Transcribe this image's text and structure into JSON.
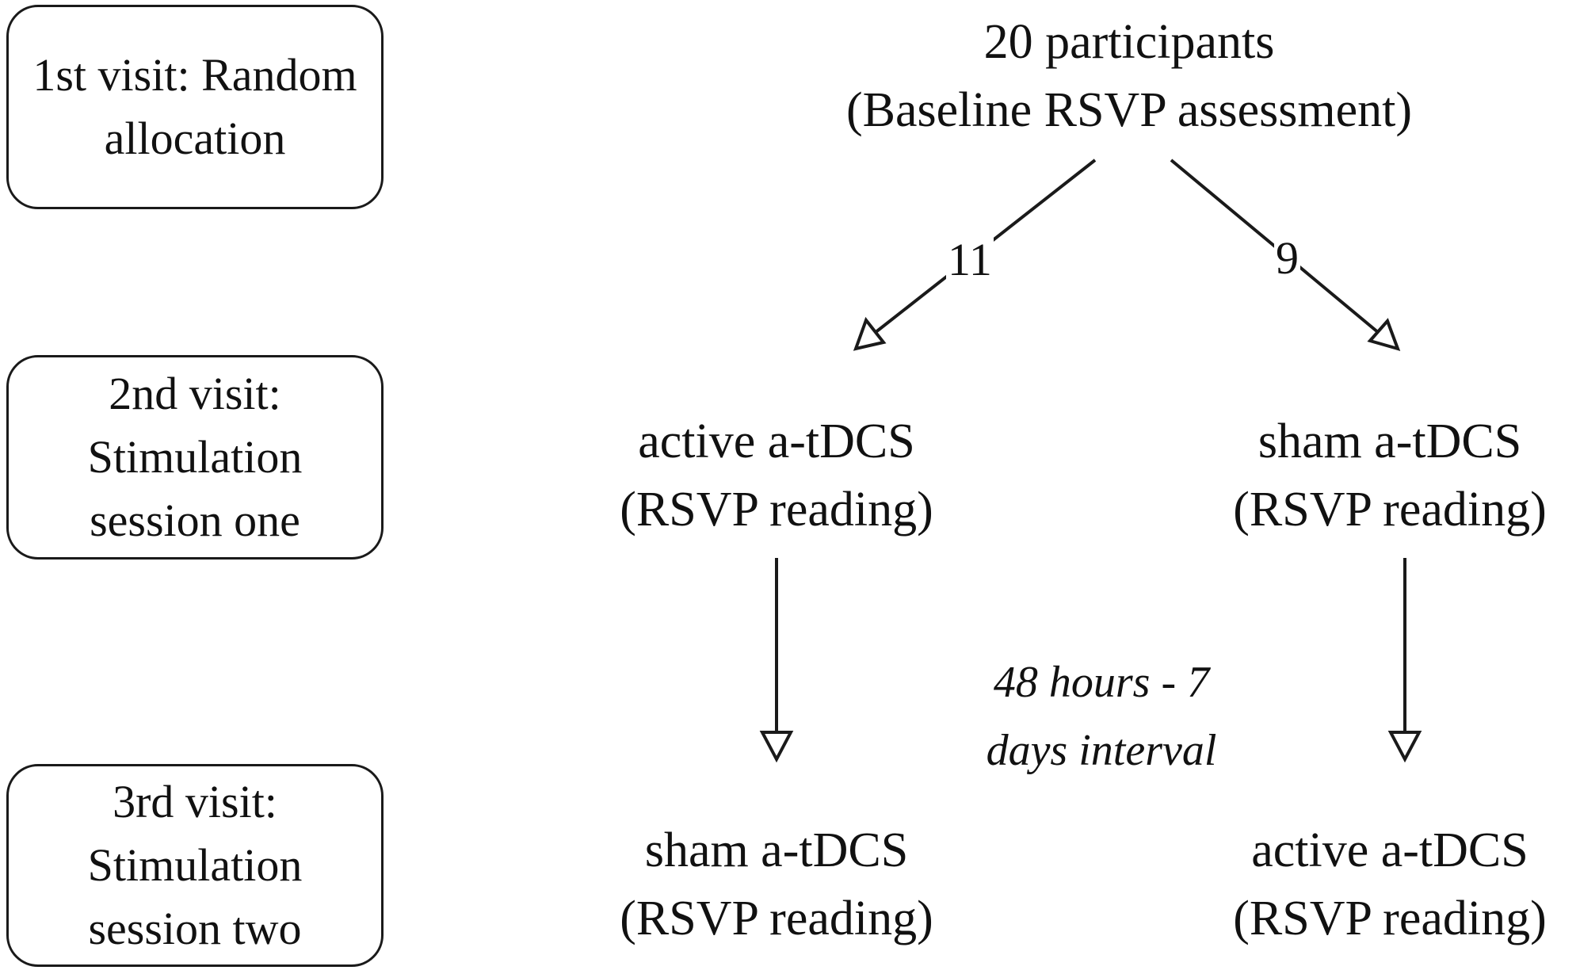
{
  "visits": [
    {
      "lines": [
        "1st visit: Random",
        "allocation"
      ]
    },
    {
      "lines": [
        "2nd visit:",
        "Stimulation",
        "session one"
      ]
    },
    {
      "lines": [
        "3rd visit:",
        "Stimulation",
        "session two"
      ]
    }
  ],
  "root": {
    "line1": "20 participants",
    "line2": "(Baseline RSVP assessment)"
  },
  "split": {
    "left_count": "11",
    "right_count": "9"
  },
  "session_one": {
    "left": {
      "line1": "active a-tDCS",
      "line2": "(RSVP reading)"
    },
    "right": {
      "line1": "sham a-tDCS",
      "line2": "(RSVP reading)"
    }
  },
  "interval": {
    "line1": "48 hours - 7",
    "line2": "days interval"
  },
  "session_two": {
    "left": {
      "line1": "sham a-tDCS",
      "line2": "(RSVP reading)"
    },
    "right": {
      "line1": "active a-tDCS",
      "line2": "(RSVP reading)"
    }
  },
  "colors": {
    "stroke": "#1a1a1a",
    "text": "#111111",
    "background": "#ffffff"
  }
}
